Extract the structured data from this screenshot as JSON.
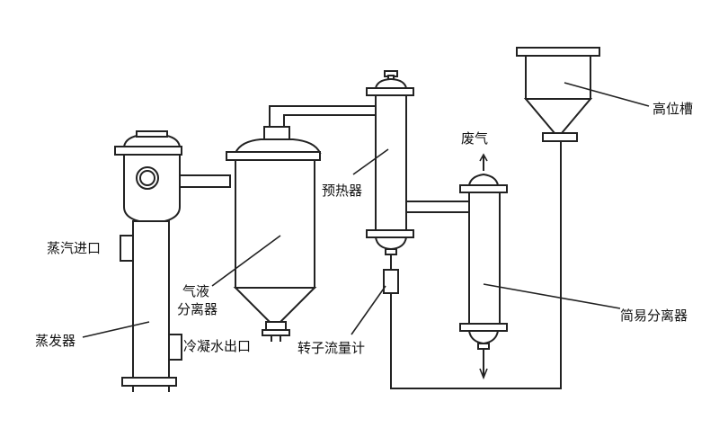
{
  "labels": {
    "high_tank": "高位槽",
    "exhaust": "废气",
    "preheater": "预热器",
    "steam_inlet": "蒸汽进口",
    "gas_liquid_separator_line1": "气液",
    "gas_liquid_separator_line2": "分离器",
    "evaporator": "蒸发器",
    "condensate_outlet": "冷凝水出口",
    "rotameter": "转子流量计",
    "simple_separator": "简易分离器"
  }
}
